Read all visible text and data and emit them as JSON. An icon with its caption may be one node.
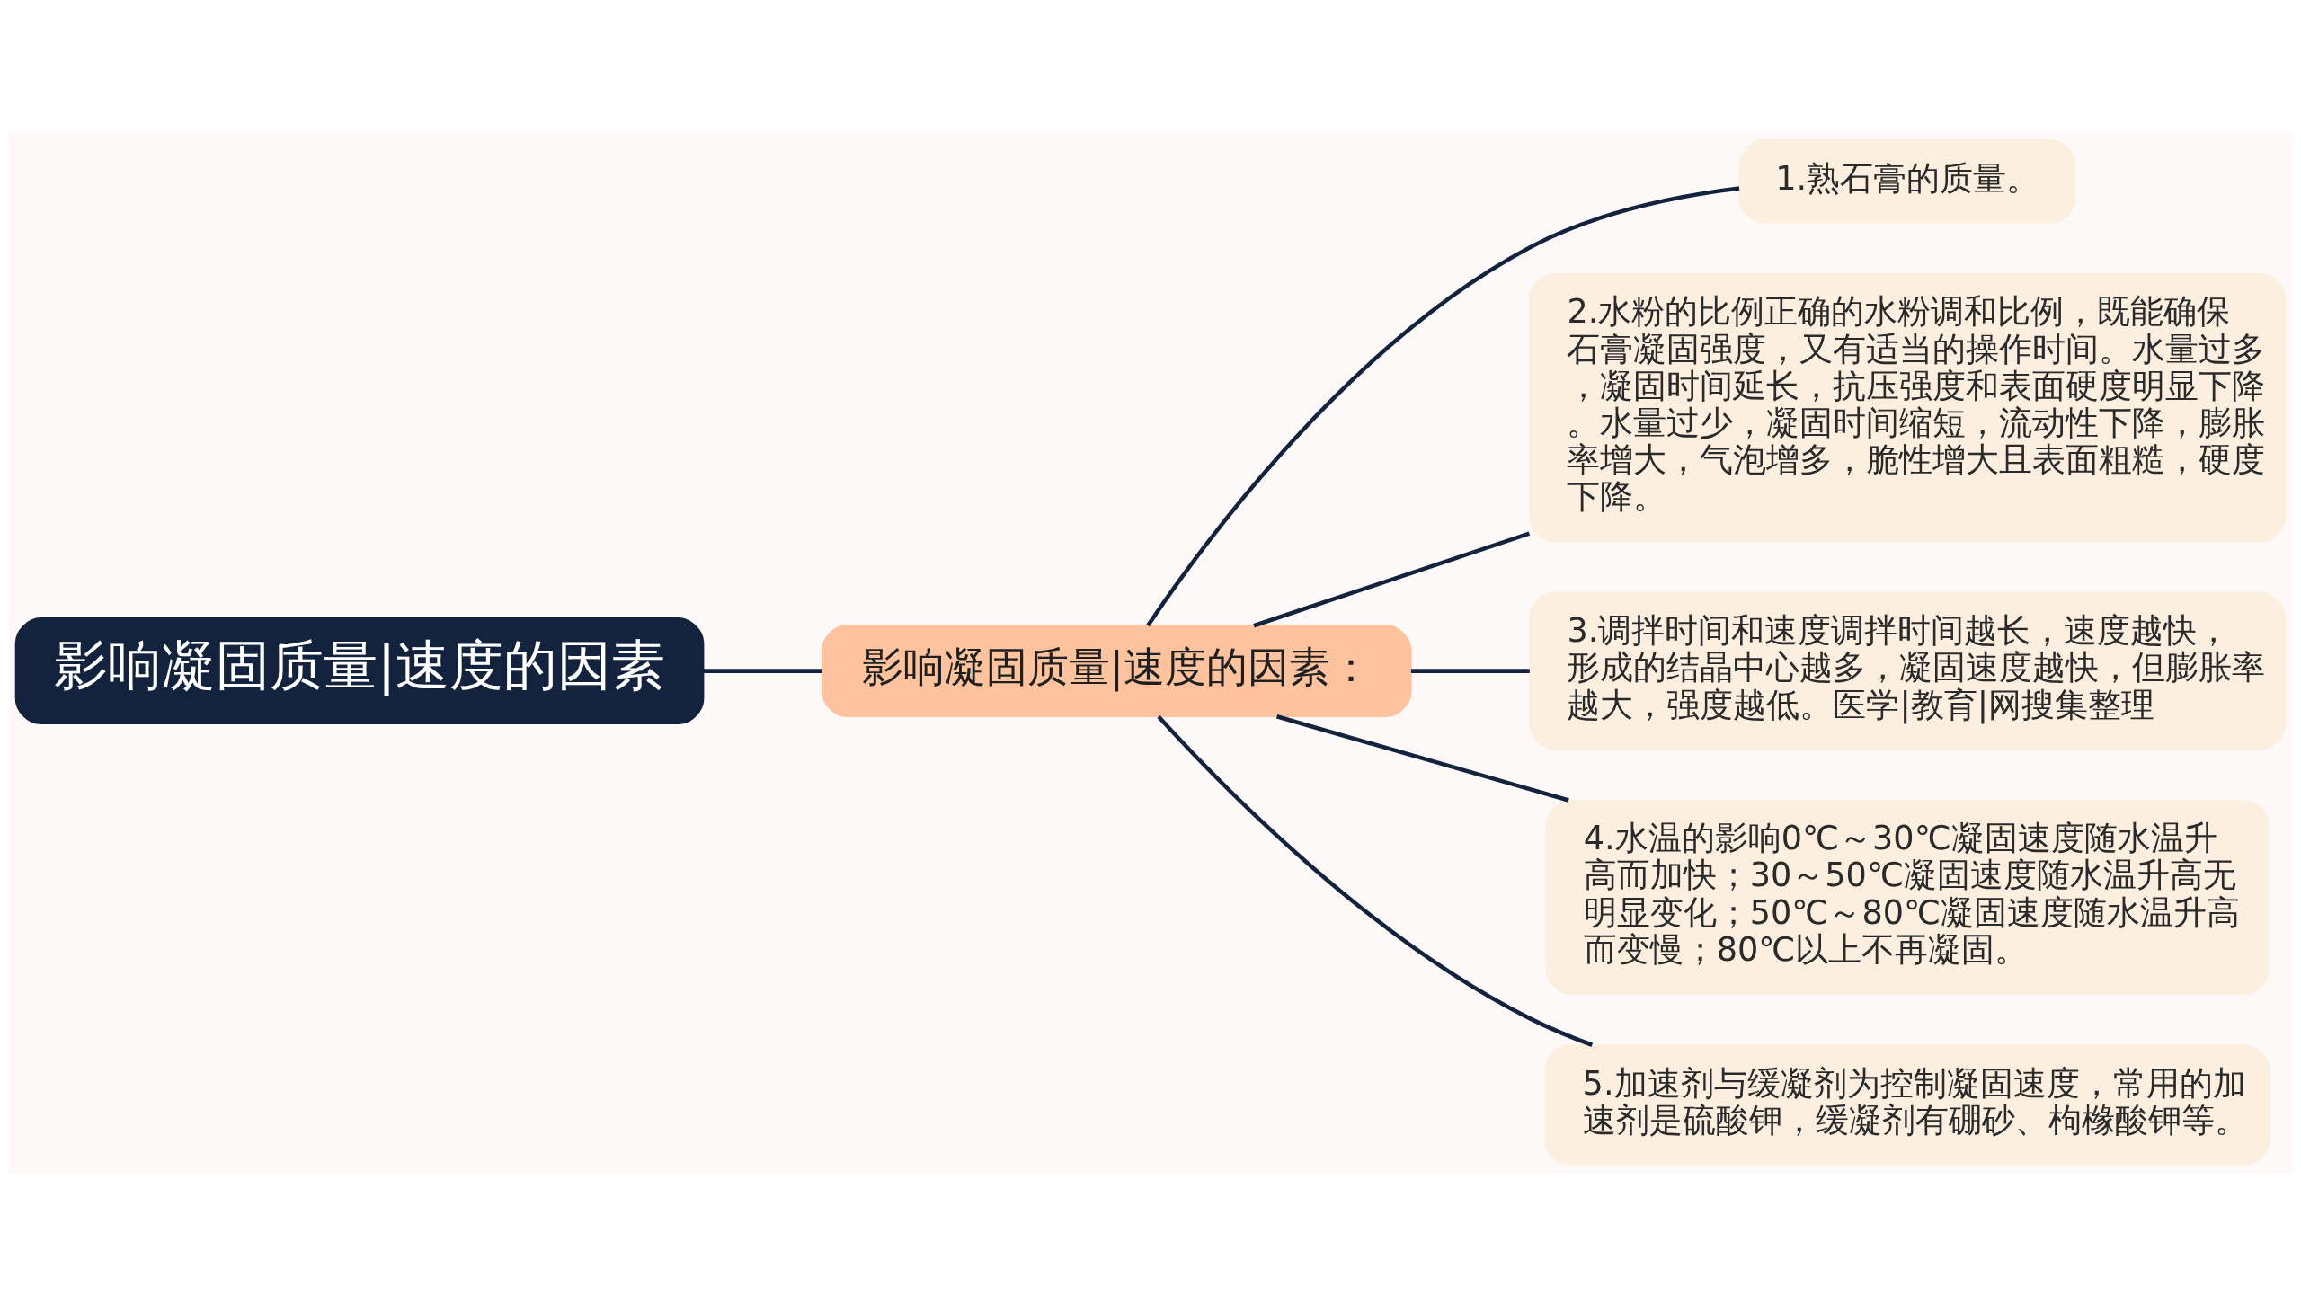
{
  "diagram": {
    "nodes": [
      {
        "text": [
          "影响凝固质量|速度的因素"
        ]
      },
      {
        "text": [
          "影响凝固质量|速度的因素："
        ]
      },
      {
        "text": [
          "1.熟石膏的质量。"
        ]
      },
      {
        "text": [
          "2.水粉的比例正确的水粉调和比例，既能确保石膏凝固强度，又有适当的操作时间。水量过多，凝固时间延长，抗压强度和表面硬度明显下降。水量过少，凝固时间缩短，流动性下降，膨胀率增大，气泡增多，脆性增大且表面粗糙，硬度下降。"
        ]
      },
      {
        "text": [
          "3.调拌时间和速度调拌时间越长，速度越快，形成的结晶中心越多，凝固速度越快，但膨胀率越大，强度越低。医学|教育|网搜集整理"
        ]
      },
      {
        "text": [
          "4.水温的影响0℃～30℃凝固速度随水温升高而加快；30～50℃凝固速度随水温升高无明显变化；50℃～80℃凝固速度随水温升高而变慢；80℃以上不再凝固。"
        ]
      },
      {
        "text": [
          "5.加速剂与缓凝剂为控制凝固速度，常用的加速剂是硫酸钾，缓凝剂有硼砂、枸橼酸钾等。"
        ]
      }
    ],
    "edges": [
      {
        "from": 0,
        "to": 1,
        "arrow": "none"
      },
      {
        "from": 1,
        "to": 2,
        "arrow": "none"
      },
      {
        "from": 1,
        "to": 3,
        "arrow": "none"
      },
      {
        "from": 1,
        "to": 4,
        "arrow": "none"
      },
      {
        "from": 1,
        "to": 5,
        "arrow": "none"
      },
      {
        "from": 1,
        "to": 6,
        "arrow": "none"
      }
    ]
  }
}
